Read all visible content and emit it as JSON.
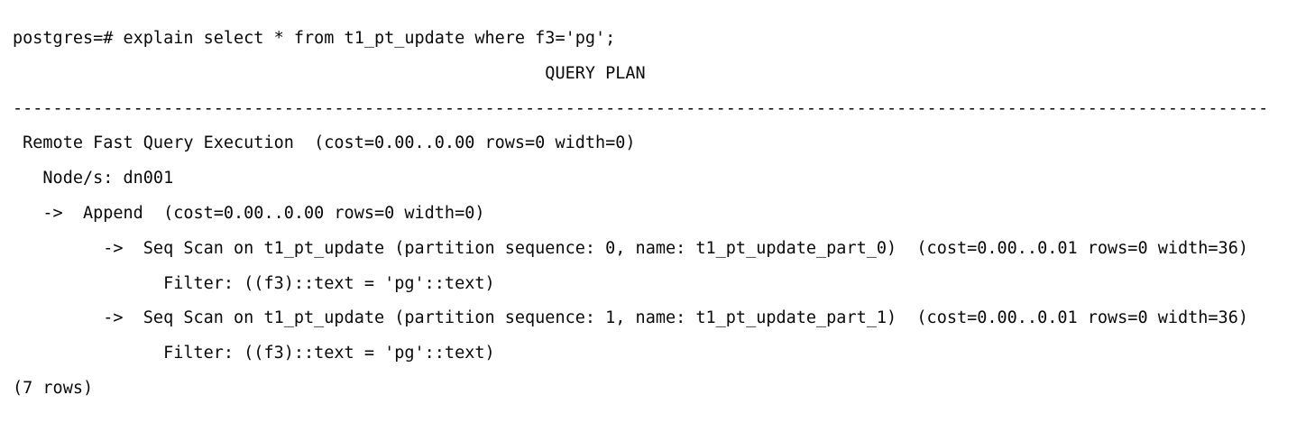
{
  "terminal": {
    "prompt_line": "postgres=# explain select * from t1_pt_update where f3='pg';",
    "header": "                                                     QUERY PLAN",
    "separator": "-----------------------------------------------------------------------------------------------------------------------------",
    "plan_lines": [
      " Remote Fast Query Execution  (cost=0.00..0.00 rows=0 width=0)",
      "   Node/s: dn001",
      "   ->  Append  (cost=0.00..0.00 rows=0 width=0)",
      "         ->  Seq Scan on t1_pt_update (partition sequence: 0, name: t1_pt_update_part_0)  (cost=0.00..0.01 rows=0 width=36)",
      "               Filter: ((f3)::text = 'pg'::text)",
      "         ->  Seq Scan on t1_pt_update (partition sequence: 1, name: t1_pt_update_part_1)  (cost=0.00..0.01 rows=0 width=36)",
      "               Filter: ((f3)::text = 'pg'::text)"
    ],
    "row_count": "(7 rows)",
    "colors": {
      "background": "#ffffff",
      "text": "#0a0a0a"
    }
  }
}
